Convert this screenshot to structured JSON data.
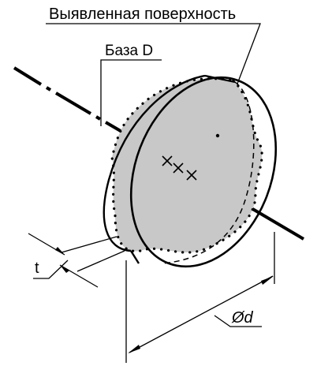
{
  "labels": {
    "surface": "Выявленная поверхность",
    "datum": "База D",
    "tolerance": "t",
    "diameter": "Ød"
  },
  "colors": {
    "ink": "#000000",
    "fill": "#c8c8c8",
    "background": "#ffffff"
  }
}
